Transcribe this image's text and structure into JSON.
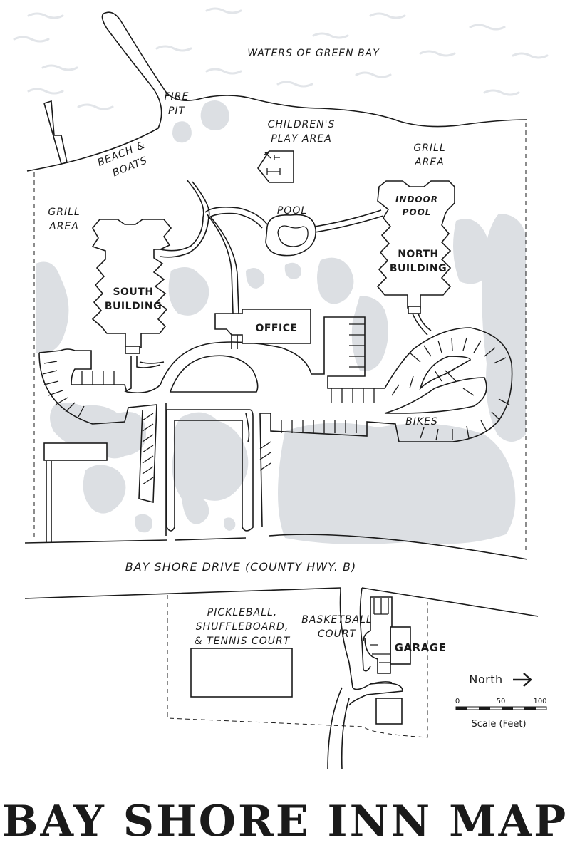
{
  "title": "BAY SHORE INN MAP",
  "labels": {
    "waters": "WATERS OF GREEN BAY",
    "fire_pit_1": "FIRE",
    "fire_pit_2": "PIT",
    "beach_1": "BEACH &",
    "beach_2": "BOATS",
    "children_1": "CHILDREN'S",
    "children_2": "PLAY AREA",
    "grill_ne_1": "GRILL",
    "grill_ne_2": "AREA",
    "grill_w_1": "GRILL",
    "grill_w_2": "AREA",
    "pool": "POOL",
    "indoor_pool_1": "INDOOR",
    "indoor_pool_2": "POOL",
    "north_building_1": "NORTH",
    "north_building_2": "BUILDING",
    "south_building_1": "SOUTH",
    "south_building_2": "BUILDING",
    "office": "OFFICE",
    "bikes": "BIKES",
    "road": "BAY SHORE DRIVE (COUNTY HWY. B)",
    "pickleball_1": "PICKLEBALL,",
    "pickleball_2": "SHUFFLEBOARD,",
    "pickleball_3": "& TENNIS COURT",
    "basketball_1": "BASKETBALL",
    "basketball_2": "COURT",
    "garage": "GARAGE"
  },
  "north_indicator": {
    "label": "North",
    "arrow": "→"
  },
  "scale": {
    "ticks": [
      "0",
      "50",
      "100"
    ],
    "label": "Scale (Feet)"
  },
  "colors": {
    "ink": "#1a1a1a",
    "trees": "#dcdfe3",
    "water_waves": "#e2e5e9"
  }
}
